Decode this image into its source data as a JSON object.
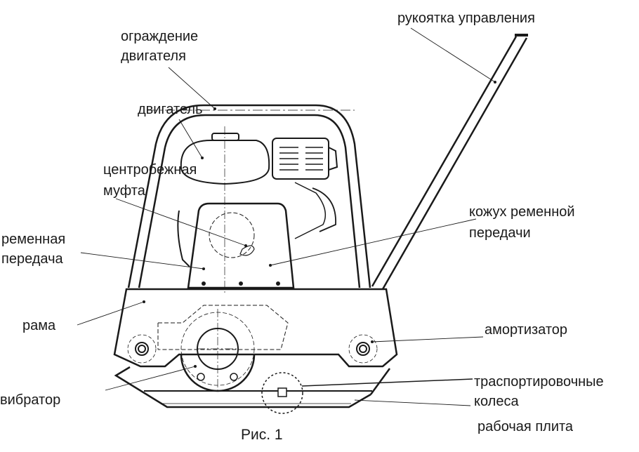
{
  "labels": {
    "handle": "рукоятка управления",
    "guard_1": "ограждение",
    "guard_2": "двигателя",
    "engine": "двигатель",
    "clutch_1": "центробежная",
    "clutch_2": "муфта",
    "belt_1": "ременная",
    "belt_2": "передача",
    "frame": "рама",
    "vibrator": "вибратор",
    "cover_1": "кожух ременной",
    "cover_2": "передачи",
    "absorber": "амортизатор",
    "wheels_1": "траспортировочные",
    "wheels_2": "колеса",
    "plate": "рабочая плита"
  },
  "caption": "Рис. 1"
}
